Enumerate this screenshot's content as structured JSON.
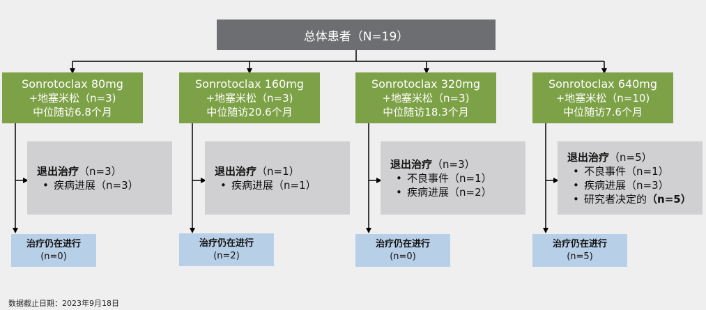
{
  "total": {
    "label": "总体患者（N=19）"
  },
  "arms": [
    {
      "line1": "Sonrotoclax 80mg",
      "line2": "+地塞米松（n=3)",
      "line3": "中位随访6.8个月",
      "exit": {
        "title": "退出治疗",
        "title_n": "（n=3）",
        "items": [
          {
            "text": "疾病进展（n=3）",
            "bold": ""
          }
        ]
      },
      "ongoing": {
        "label": "治疗仍在进行",
        "count": "(n=0)"
      }
    },
    {
      "line1": "Sonrotoclax 160mg",
      "line2": "+地塞米松（n=3)",
      "line3": "中位随访20.6个月",
      "exit": {
        "title": "退出治疗",
        "title_n": "（n=1）",
        "items": [
          {
            "text": "疾病进展（n=1）",
            "bold": ""
          }
        ]
      },
      "ongoing": {
        "label": "治疗仍在进行",
        "count": "(n=2)"
      }
    },
    {
      "line1": "Sonrotoclax 320mg",
      "line2": "+地塞米松（n=3)",
      "line3": "中位随访18.3个月",
      "exit": {
        "title": "退出治疗",
        "title_n": "（n=3）",
        "items": [
          {
            "text": "不良事件（n=1）",
            "bold": ""
          },
          {
            "text": "疾病进展（n=2）",
            "bold": ""
          }
        ]
      },
      "ongoing": {
        "label": "治疗仍在进行",
        "count": "(n=0)"
      }
    },
    {
      "line1": "Sonrotoclax 640mg",
      "line2": "+地塞米松（n=10)",
      "line3": "中位随访7.6个月",
      "exit": {
        "title": "退出治疗",
        "title_n": "（n=5）",
        "items": [
          {
            "text": "不良事件（n=1）",
            "bold": ""
          },
          {
            "text": "疾病进展（n=3）",
            "bold": ""
          },
          {
            "text": "研究者决定的",
            "bold": "（n=5）"
          }
        ]
      },
      "ongoing": {
        "label": "治疗仍在进行",
        "count": "(n=5)"
      }
    }
  ],
  "footnote": "数据截止日期：2023年9月18日",
  "colors": {
    "total_box": "#6d6e71",
    "arm_box": "#7da146",
    "exit_box": "#d0d0d2",
    "ongoing_box": "#b8cfe8",
    "line": "#000000"
  }
}
